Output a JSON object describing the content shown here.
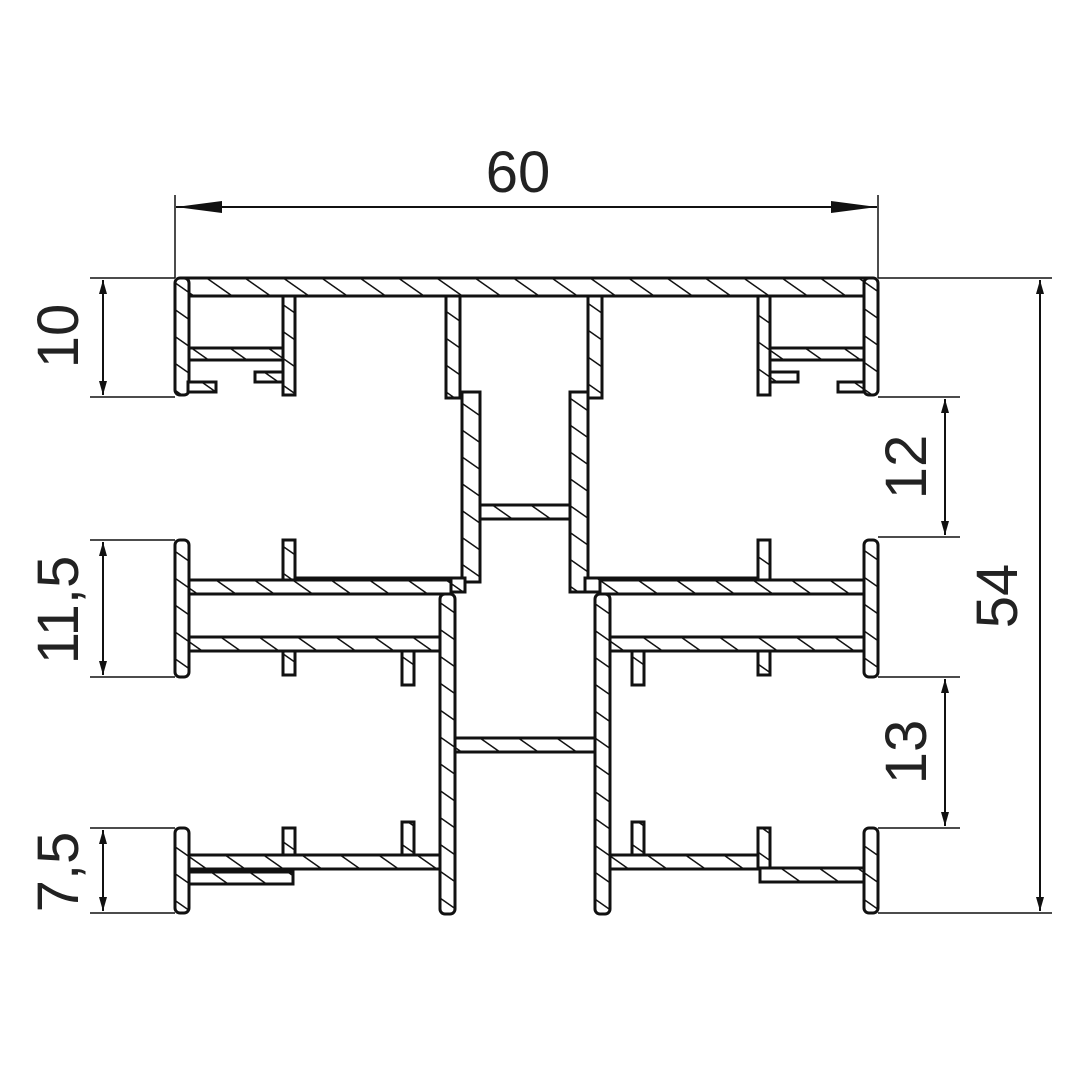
{
  "drawing": {
    "type": "aluminium profile cross-section",
    "line_color": "#111111",
    "background": "#ffffff",
    "dimensions": {
      "overall_width": "60",
      "overall_height": "54",
      "top_left": "10",
      "middle_left": "11,5",
      "bottom_left": "7,5",
      "upper_right": "12",
      "lower_right": "13"
    }
  }
}
